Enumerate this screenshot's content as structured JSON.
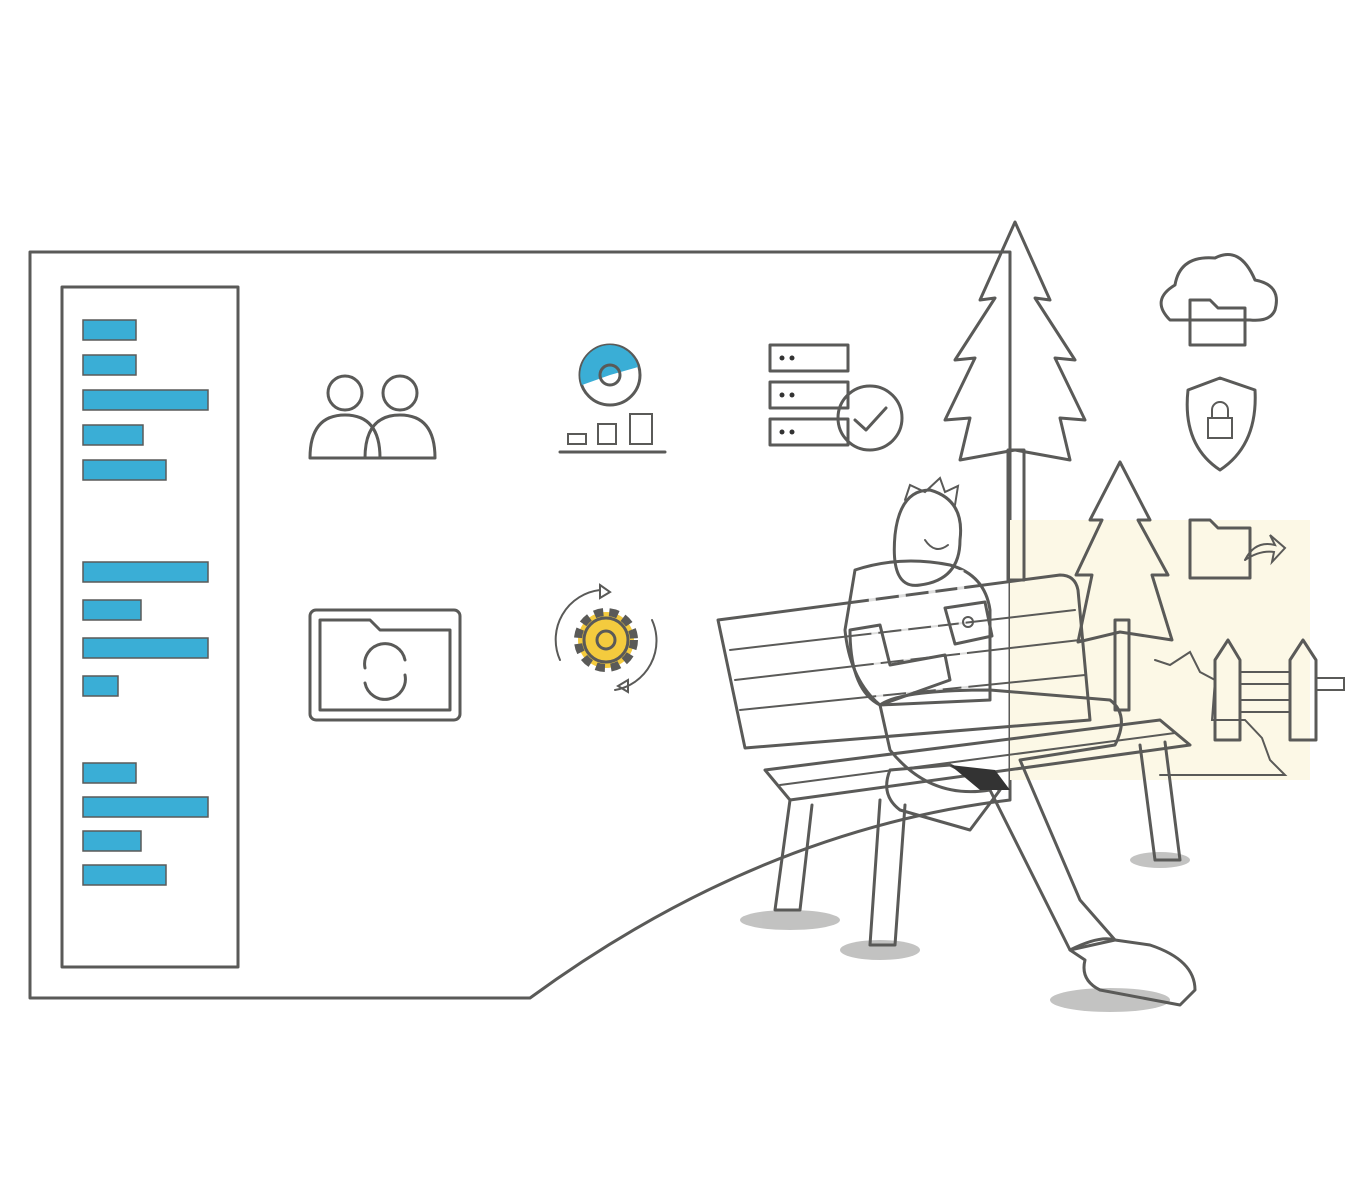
{
  "palette": {
    "background": "#ffffff",
    "panel": "#fcf8e6",
    "line": "#5a5a58",
    "blue": "#3aaed6",
    "yellow": "#f4cb3e",
    "gray": "#9a9a96"
  },
  "sidebar": {
    "bar_groups": [
      [
        0.42,
        0.42,
        1.0,
        0.48,
        0.66
      ],
      [
        1.0,
        0.46,
        1.0,
        0.28
      ],
      [
        0.42,
        1.0,
        0.46,
        0.66
      ]
    ]
  },
  "icons": [
    "users-icon",
    "analytics-chart-icon",
    "server-check-icon",
    "folder-sync-icon",
    "gear-sync-icon",
    "cloud-folder-icon",
    "shield-lock-icon",
    "folder-share-icon"
  ],
  "scene": [
    "pine-tree",
    "pine-tree-small",
    "bench",
    "person-with-phone",
    "fence",
    "bush"
  ]
}
